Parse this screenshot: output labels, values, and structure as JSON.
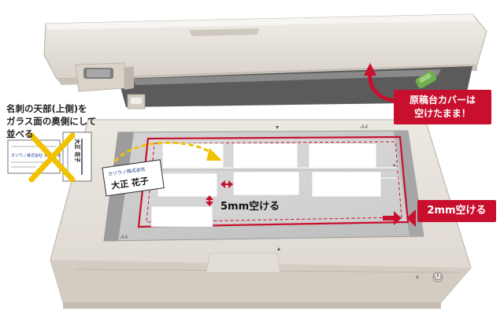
{
  "instruction": {
    "line1": "名刺の天部(上側)を",
    "line2": "ガラス面の奥側にして",
    "line3": "並べる"
  },
  "callouts": {
    "cover_line1": "原稿台カバーは",
    "cover_line2": "空けたまま！",
    "gap_5mm": "5mm空ける",
    "gap_2mm": "2mm空ける"
  },
  "glass_markings": {
    "a4_top": "A4",
    "a4_side": "A4"
  },
  "sample_card": {
    "company": "カソウノ株式会社",
    "name": "大正 花子"
  },
  "rejected_cards": {
    "card1_text": "カソウノ株式会社 大正 花子",
    "card2_text": "大正 花子"
  },
  "colors": {
    "accent_red": "#c8102e",
    "arrow_yellow": "#f2c200",
    "scanner_body": "#e7e2db",
    "glass": "#d9d9d9"
  }
}
